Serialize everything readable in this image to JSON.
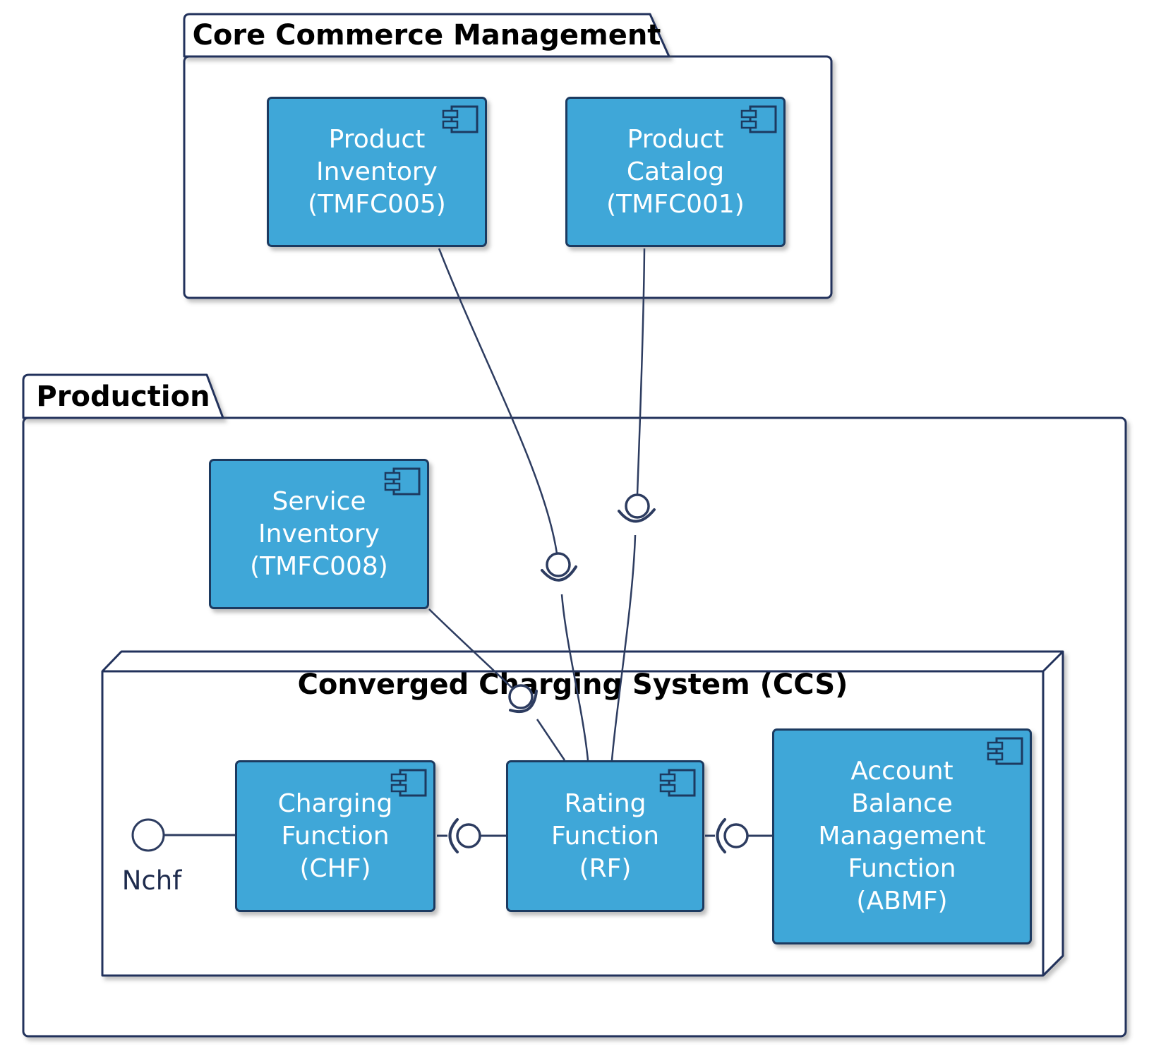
{
  "diagram": {
    "packages": [
      {
        "id": "core-commerce",
        "title": "Core Commerce Management"
      },
      {
        "id": "production",
        "title": "Production"
      }
    ],
    "node": {
      "title": "Converged Charging System (CCS)"
    },
    "components": [
      {
        "id": "product-inventory",
        "lines": [
          "Product",
          "Inventory",
          "(TMFC005)"
        ]
      },
      {
        "id": "product-catalog",
        "lines": [
          "Product",
          "Catalog",
          "(TMFC001)"
        ]
      },
      {
        "id": "service-inventory",
        "lines": [
          "Service",
          "Inventory",
          "(TMFC008)"
        ]
      },
      {
        "id": "charging-function",
        "lines": [
          "Charging",
          "Function",
          "(CHF)"
        ]
      },
      {
        "id": "rating-function",
        "lines": [
          "Rating",
          "Function",
          "(RF)"
        ]
      },
      {
        "id": "abmf",
        "lines": [
          "Account",
          "Balance",
          "Management",
          "Function",
          "(ABMF)"
        ]
      }
    ],
    "interfaces": {
      "nchf_label": "Nchf"
    },
    "colors": {
      "component_fill": "#3FA7D8",
      "component_border": "#1C3A60",
      "connector_line": "#2D3C60",
      "package_border": "#22325B",
      "title_text": "#000000",
      "component_text": "#FFFFFF",
      "background": "#FFFFFF"
    }
  }
}
